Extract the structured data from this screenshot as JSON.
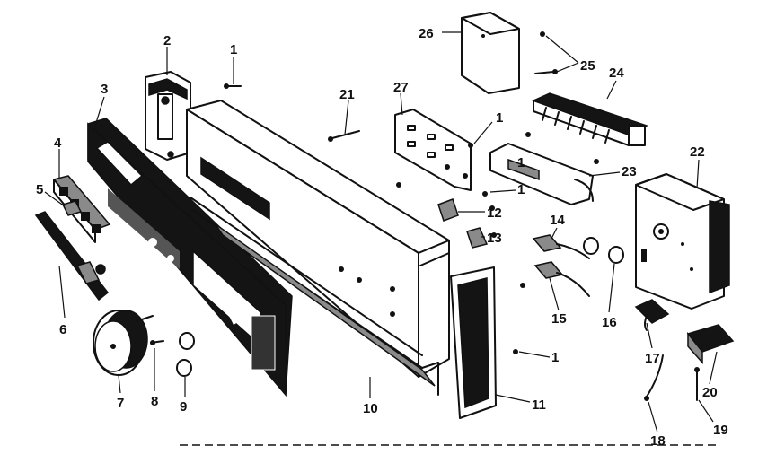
{
  "callouts": [
    {
      "id": "p1a",
      "text": "1"
    },
    {
      "id": "p1b",
      "text": "1"
    },
    {
      "id": "p1c",
      "text": "1"
    },
    {
      "id": "p1d",
      "text": "1"
    },
    {
      "id": "p2",
      "text": "2"
    },
    {
      "id": "p3",
      "text": "3"
    },
    {
      "id": "p4",
      "text": "4"
    },
    {
      "id": "p5",
      "text": "5"
    },
    {
      "id": "p6",
      "text": "6"
    },
    {
      "id": "p7",
      "text": "7"
    },
    {
      "id": "p8",
      "text": "8"
    },
    {
      "id": "p9",
      "text": "9"
    },
    {
      "id": "p10",
      "text": "10"
    },
    {
      "id": "p11",
      "text": "11"
    },
    {
      "id": "p12",
      "text": "12"
    },
    {
      "id": "p13",
      "text": "13"
    },
    {
      "id": "p14",
      "text": "14"
    },
    {
      "id": "p15",
      "text": "15"
    },
    {
      "id": "p16",
      "text": "16"
    },
    {
      "id": "p17",
      "text": "17"
    },
    {
      "id": "p18",
      "text": "18"
    },
    {
      "id": "p19",
      "text": "19"
    },
    {
      "id": "p20",
      "text": "20"
    },
    {
      "id": "p21",
      "text": "21"
    },
    {
      "id": "p22",
      "text": "22"
    },
    {
      "id": "p23",
      "text": "23"
    },
    {
      "id": "p24",
      "text": "24"
    },
    {
      "id": "p25",
      "text": "25"
    },
    {
      "id": "p26",
      "text": "26"
    },
    {
      "id": "p27",
      "text": "27"
    },
    {
      "id": "p1e",
      "text": "1"
    }
  ]
}
